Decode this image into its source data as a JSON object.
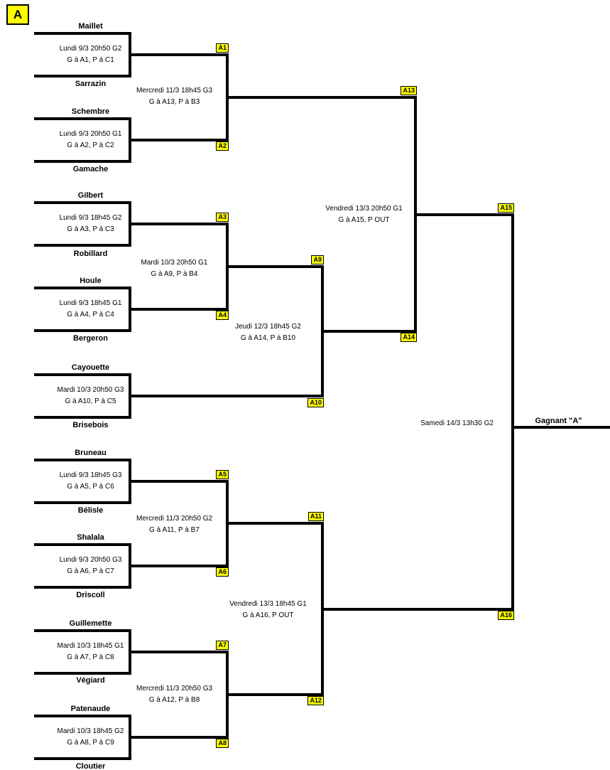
{
  "title": "A",
  "colors": {
    "highlight": "#FFFF00",
    "line": "#000000"
  },
  "slots": [
    "A1",
    "A2",
    "A3",
    "A4",
    "A5",
    "A6",
    "A7",
    "A8",
    "A9",
    "A10",
    "A11",
    "A12",
    "A13",
    "A14",
    "A15",
    "A16"
  ],
  "matches": [
    {
      "player_top": "Maillet",
      "player_bottom": "Sarrazin",
      "schedule": "Lundi 9/3 20h50 G2",
      "result": "G à A1, P à C1"
    },
    {
      "player_top": "Schembre",
      "player_bottom": "Gamache",
      "schedule": "Lundi 9/3 20h50 G1",
      "result": "G à A2, P à C2"
    },
    {
      "player_top": "Gilbert",
      "player_bottom": "Robillard",
      "schedule": "Lundi 9/3 18h45 G2",
      "result": "G à A3, P à C3"
    },
    {
      "player_top": "Houle",
      "player_bottom": "Bergeron",
      "schedule": "Lundi 9/3 18h45 G1",
      "result": "G à A4, P à C4"
    },
    {
      "player_top": "Cayouette",
      "player_bottom": "Brisebois",
      "schedule": "Mardi 10/3 20h50 G3",
      "result": "G à A10, P à C5"
    },
    {
      "player_top": "Bruneau",
      "player_bottom": "Bélisle",
      "schedule": "Lundi 9/3 18h45 G3",
      "result": "G à A5, P à C6"
    },
    {
      "player_top": "Shalala",
      "player_bottom": "Driscoll",
      "schedule": "Lundi 9/3 20h50 G3",
      "result": "G à A6, P à C7"
    },
    {
      "player_top": "Guillemette",
      "player_bottom": "Végiard",
      "schedule": "Mardi 10/3 18h45 G1",
      "result": "G à A7, P à C8"
    },
    {
      "player_top": "Patenaude",
      "player_bottom": "Cloutier",
      "schedule": "Mardi 10/3 18h45 G2",
      "result": "G à A8, P à C9"
    }
  ],
  "games": [
    {
      "schedule": "Mercredi 11/3 18h45 G3",
      "result": "G à A13, P à B3"
    },
    {
      "schedule": "Mardi 10/3 20h50 G1",
      "result": "G à A9, P à B4"
    },
    {
      "schedule": "Jeudi 12/3 18h45 G2",
      "result": "G à A14, P à B10"
    },
    {
      "schedule": "Vendredi 13/3 20h50 G1",
      "result": "G à A15, P OUT"
    },
    {
      "schedule": "Mercredi 11/3 20h50 G2",
      "result": "G à A11, P à B7"
    },
    {
      "schedule": "Mercredi 11/3 20h50 G3",
      "result": "G à A12, P à B8"
    },
    {
      "schedule": "Vendredi 13/3 18h45 G1",
      "result": "G à A16, P OUT"
    }
  ],
  "final": {
    "schedule": "Samedi 14/3 13h30 G2",
    "winner_label": "Gagnant \"A\""
  }
}
